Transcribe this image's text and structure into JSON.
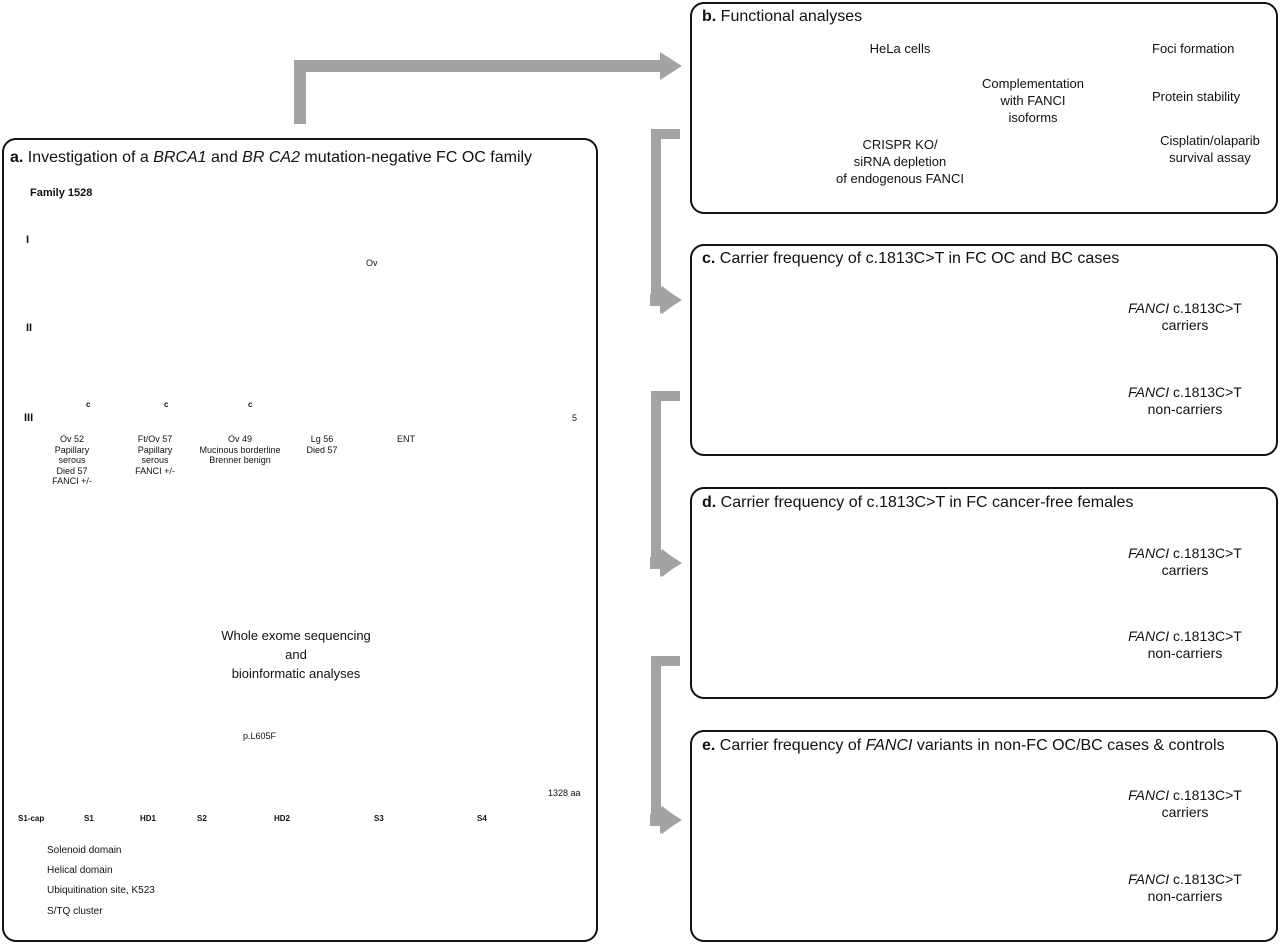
{
  "panel_a": {
    "title_pre": "a.",
    "title_1": "Investigation of a ",
    "title_gene1": "BRCA1",
    "title_2": " and ",
    "title_gene2": "BR CA2",
    "title_3": " mutation-negative FC OC family",
    "family_label": "Family 1528",
    "generations": [
      "I",
      "II",
      "III"
    ],
    "gen1_female_label": "Ov",
    "gen3": [
      {
        "lines": [
          "Ov 52",
          "Papillary",
          "serous",
          "Died 57",
          "FANCI +/-"
        ],
        "carrier": "c"
      },
      {
        "lines": [
          "Ft/Ov 57",
          "Papillary",
          "serous",
          "FANCI +/-"
        ],
        "carrier": "c"
      },
      {
        "lines": [
          "Ov 49",
          "Mucinous borderline",
          "Brenner benign"
        ],
        "carrier": "c"
      },
      {
        "lines": [
          "Lg 56",
          "Died 57"
        ]
      },
      {
        "lines": [
          "ENT"
        ]
      },
      {
        "lines": []
      },
      {
        "count": "5"
      }
    ],
    "sequencing_1": "Whole exome sequencing",
    "sequencing_2": "and",
    "sequencing_3": "bioinformatic analyses",
    "variant_label": "p.L605F",
    "protein_length": "1328 aa",
    "domains": [
      "S1-cap",
      "S1",
      "HD1",
      "S2",
      "HD2",
      "S3",
      "S4"
    ],
    "legend": [
      {
        "label": "Solenoid domain",
        "color": "#3f51a3"
      },
      {
        "label": "Helical domain",
        "color": "#7f9fd6"
      },
      {
        "label": "Ubiquitination site, K523",
        "color": "#cc2222"
      },
      {
        "label": "S/TQ cluster",
        "color": "#f07020"
      }
    ]
  },
  "panel_b": {
    "title_pre": "b.",
    "title": "Functional analyses",
    "cells_label": "HeLa cells",
    "method_1": "CRISPR KO/",
    "method_2": "siRNA depletion",
    "method_3": "of endogenous FANCI",
    "complement_1": "Complementation",
    "complement_2": "with FANCI",
    "complement_3": "isoforms",
    "outcomes": [
      "Foci formation",
      "Protein stability",
      "Cisplatin/olaparib",
      "survival assay"
    ]
  },
  "panel_c": {
    "title_pre": "c.",
    "title": "Carrier frequency of c.1813C>T in FC OC and BC cases",
    "res1_gene": "FANCI",
    "res1_var": " c.1813C>T",
    "res1_sub": "carriers",
    "res2_gene": "FANCI",
    "res2_var": " c.1813C>T",
    "res2_sub": "non-carriers"
  },
  "panel_d": {
    "title_pre": "d.",
    "title": "Carrier frequency of c.1813C>T in FC cancer-free females",
    "res1_gene": "FANCI",
    "res1_var": " c.1813C>T",
    "res1_sub": "carriers",
    "res2_gene": "FANCI",
    "res2_var": " c.1813C>T",
    "res2_sub": "non-carriers"
  },
  "panel_e": {
    "title_pre": "e.",
    "title_1": "Carrier frequency of ",
    "title_gene": "FANCI",
    "title_2": " variants in non-FC OC/BC cases & controls",
    "res1_gene": "FANCI",
    "res1_var": " c.1813C>T",
    "res1_sub": "carriers",
    "res2_gene": "FANCI",
    "res2_var": " c.1813C>T",
    "res2_sub": "non-carriers"
  },
  "colors": {
    "pink": "#d35aa0",
    "teal": "#2f7b78",
    "gray": "#8c8c8c",
    "light_pink": "#e8a9cc",
    "light_teal": "#8bbcb9",
    "light_gray": "#cfcfcf",
    "connector": "#a3a3a3",
    "dish": "#e23a8f",
    "cell": "#f2951b"
  }
}
